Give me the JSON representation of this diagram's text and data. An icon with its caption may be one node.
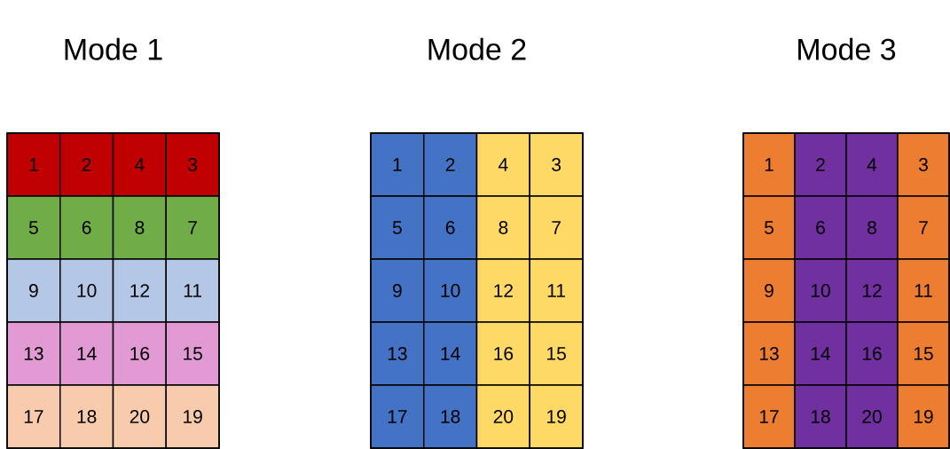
{
  "diagram": {
    "nodes": [
      {
        "text": [
          "Mode 1"
        ]
      },
      {
        "text": [
          "1"
        ],
        "in": 0
      },
      {
        "text": [
          "2"
        ],
        "in": 0
      },
      {
        "text": [
          "4"
        ],
        "in": 0
      },
      {
        "text": [
          "3"
        ],
        "in": 0
      },
      {
        "text": [
          "5"
        ],
        "in": 0
      },
      {
        "text": [
          "6"
        ],
        "in": 0
      },
      {
        "text": [
          "8"
        ],
        "in": 0
      },
      {
        "text": [
          "7"
        ],
        "in": 0
      },
      {
        "text": [
          "9"
        ],
        "in": 0
      },
      {
        "text": [
          "10"
        ],
        "in": 0
      },
      {
        "text": [
          "12"
        ],
        "in": 0
      },
      {
        "text": [
          "11"
        ],
        "in": 0
      },
      {
        "text": [
          "13"
        ],
        "in": 0
      },
      {
        "text": [
          "14"
        ],
        "in": 0
      },
      {
        "text": [
          "16"
        ],
        "in": 0
      },
      {
        "text": [
          "15"
        ],
        "in": 0
      },
      {
        "text": [
          "17"
        ],
        "in": 0
      },
      {
        "text": [
          "18"
        ],
        "in": 0
      },
      {
        "text": [
          "20"
        ],
        "in": 0
      },
      {
        "text": [
          "19"
        ],
        "in": 0
      },
      {
        "text": [
          "Mode 2"
        ]
      },
      {
        "text": [
          "1"
        ],
        "in": 21
      },
      {
        "text": [
          "2"
        ],
        "in": 21
      },
      {
        "text": [
          "4"
        ],
        "in": 21
      },
      {
        "text": [
          "3"
        ],
        "in": 21
      },
      {
        "text": [
          "5"
        ],
        "in": 21
      },
      {
        "text": [
          "6"
        ],
        "in": 21
      },
      {
        "text": [
          "8"
        ],
        "in": 21
      },
      {
        "text": [
          "7"
        ],
        "in": 21
      },
      {
        "text": [
          "9"
        ],
        "in": 21
      },
      {
        "text": [
          "10"
        ],
        "in": 21
      },
      {
        "text": [
          "12"
        ],
        "in": 21
      },
      {
        "text": [
          "11"
        ],
        "in": 21
      },
      {
        "text": [
          "13"
        ],
        "in": 21
      },
      {
        "text": [
          "14"
        ],
        "in": 21
      },
      {
        "text": [
          "16"
        ],
        "in": 21
      },
      {
        "text": [
          "15"
        ],
        "in": 21
      },
      {
        "text": [
          "17"
        ],
        "in": 21
      },
      {
        "text": [
          "18"
        ],
        "in": 21
      },
      {
        "text": [
          "20"
        ],
        "in": 21
      },
      {
        "text": [
          "19"
        ],
        "in": 21
      },
      {
        "text": [
          "Mode 3"
        ]
      },
      {
        "text": [
          "1"
        ],
        "in": 42
      },
      {
        "text": [
          "2"
        ],
        "in": 42
      },
      {
        "text": [
          "4"
        ],
        "in": 42
      },
      {
        "text": [
          "3"
        ],
        "in": 42
      },
      {
        "text": [
          "5"
        ],
        "in": 42
      },
      {
        "text": [
          "6"
        ],
        "in": 42
      },
      {
        "text": [
          "8"
        ],
        "in": 42
      },
      {
        "text": [
          "7"
        ],
        "in": 42
      },
      {
        "text": [
          "9"
        ],
        "in": 42
      },
      {
        "text": [
          "10"
        ],
        "in": 42
      },
      {
        "text": [
          "12"
        ],
        "in": 42
      },
      {
        "text": [
          "11"
        ],
        "in": 42
      },
      {
        "text": [
          "13"
        ],
        "in": 42
      },
      {
        "text": [
          "14"
        ],
        "in": 42
      },
      {
        "text": [
          "16"
        ],
        "in": 42
      },
      {
        "text": [
          "15"
        ],
        "in": 42
      },
      {
        "text": [
          "17"
        ],
        "in": 42
      },
      {
        "text": [
          "18"
        ],
        "in": 42
      },
      {
        "text": [
          "20"
        ],
        "in": 42
      },
      {
        "text": [
          "19"
        ],
        "in": 42
      }
    ]
  }
}
